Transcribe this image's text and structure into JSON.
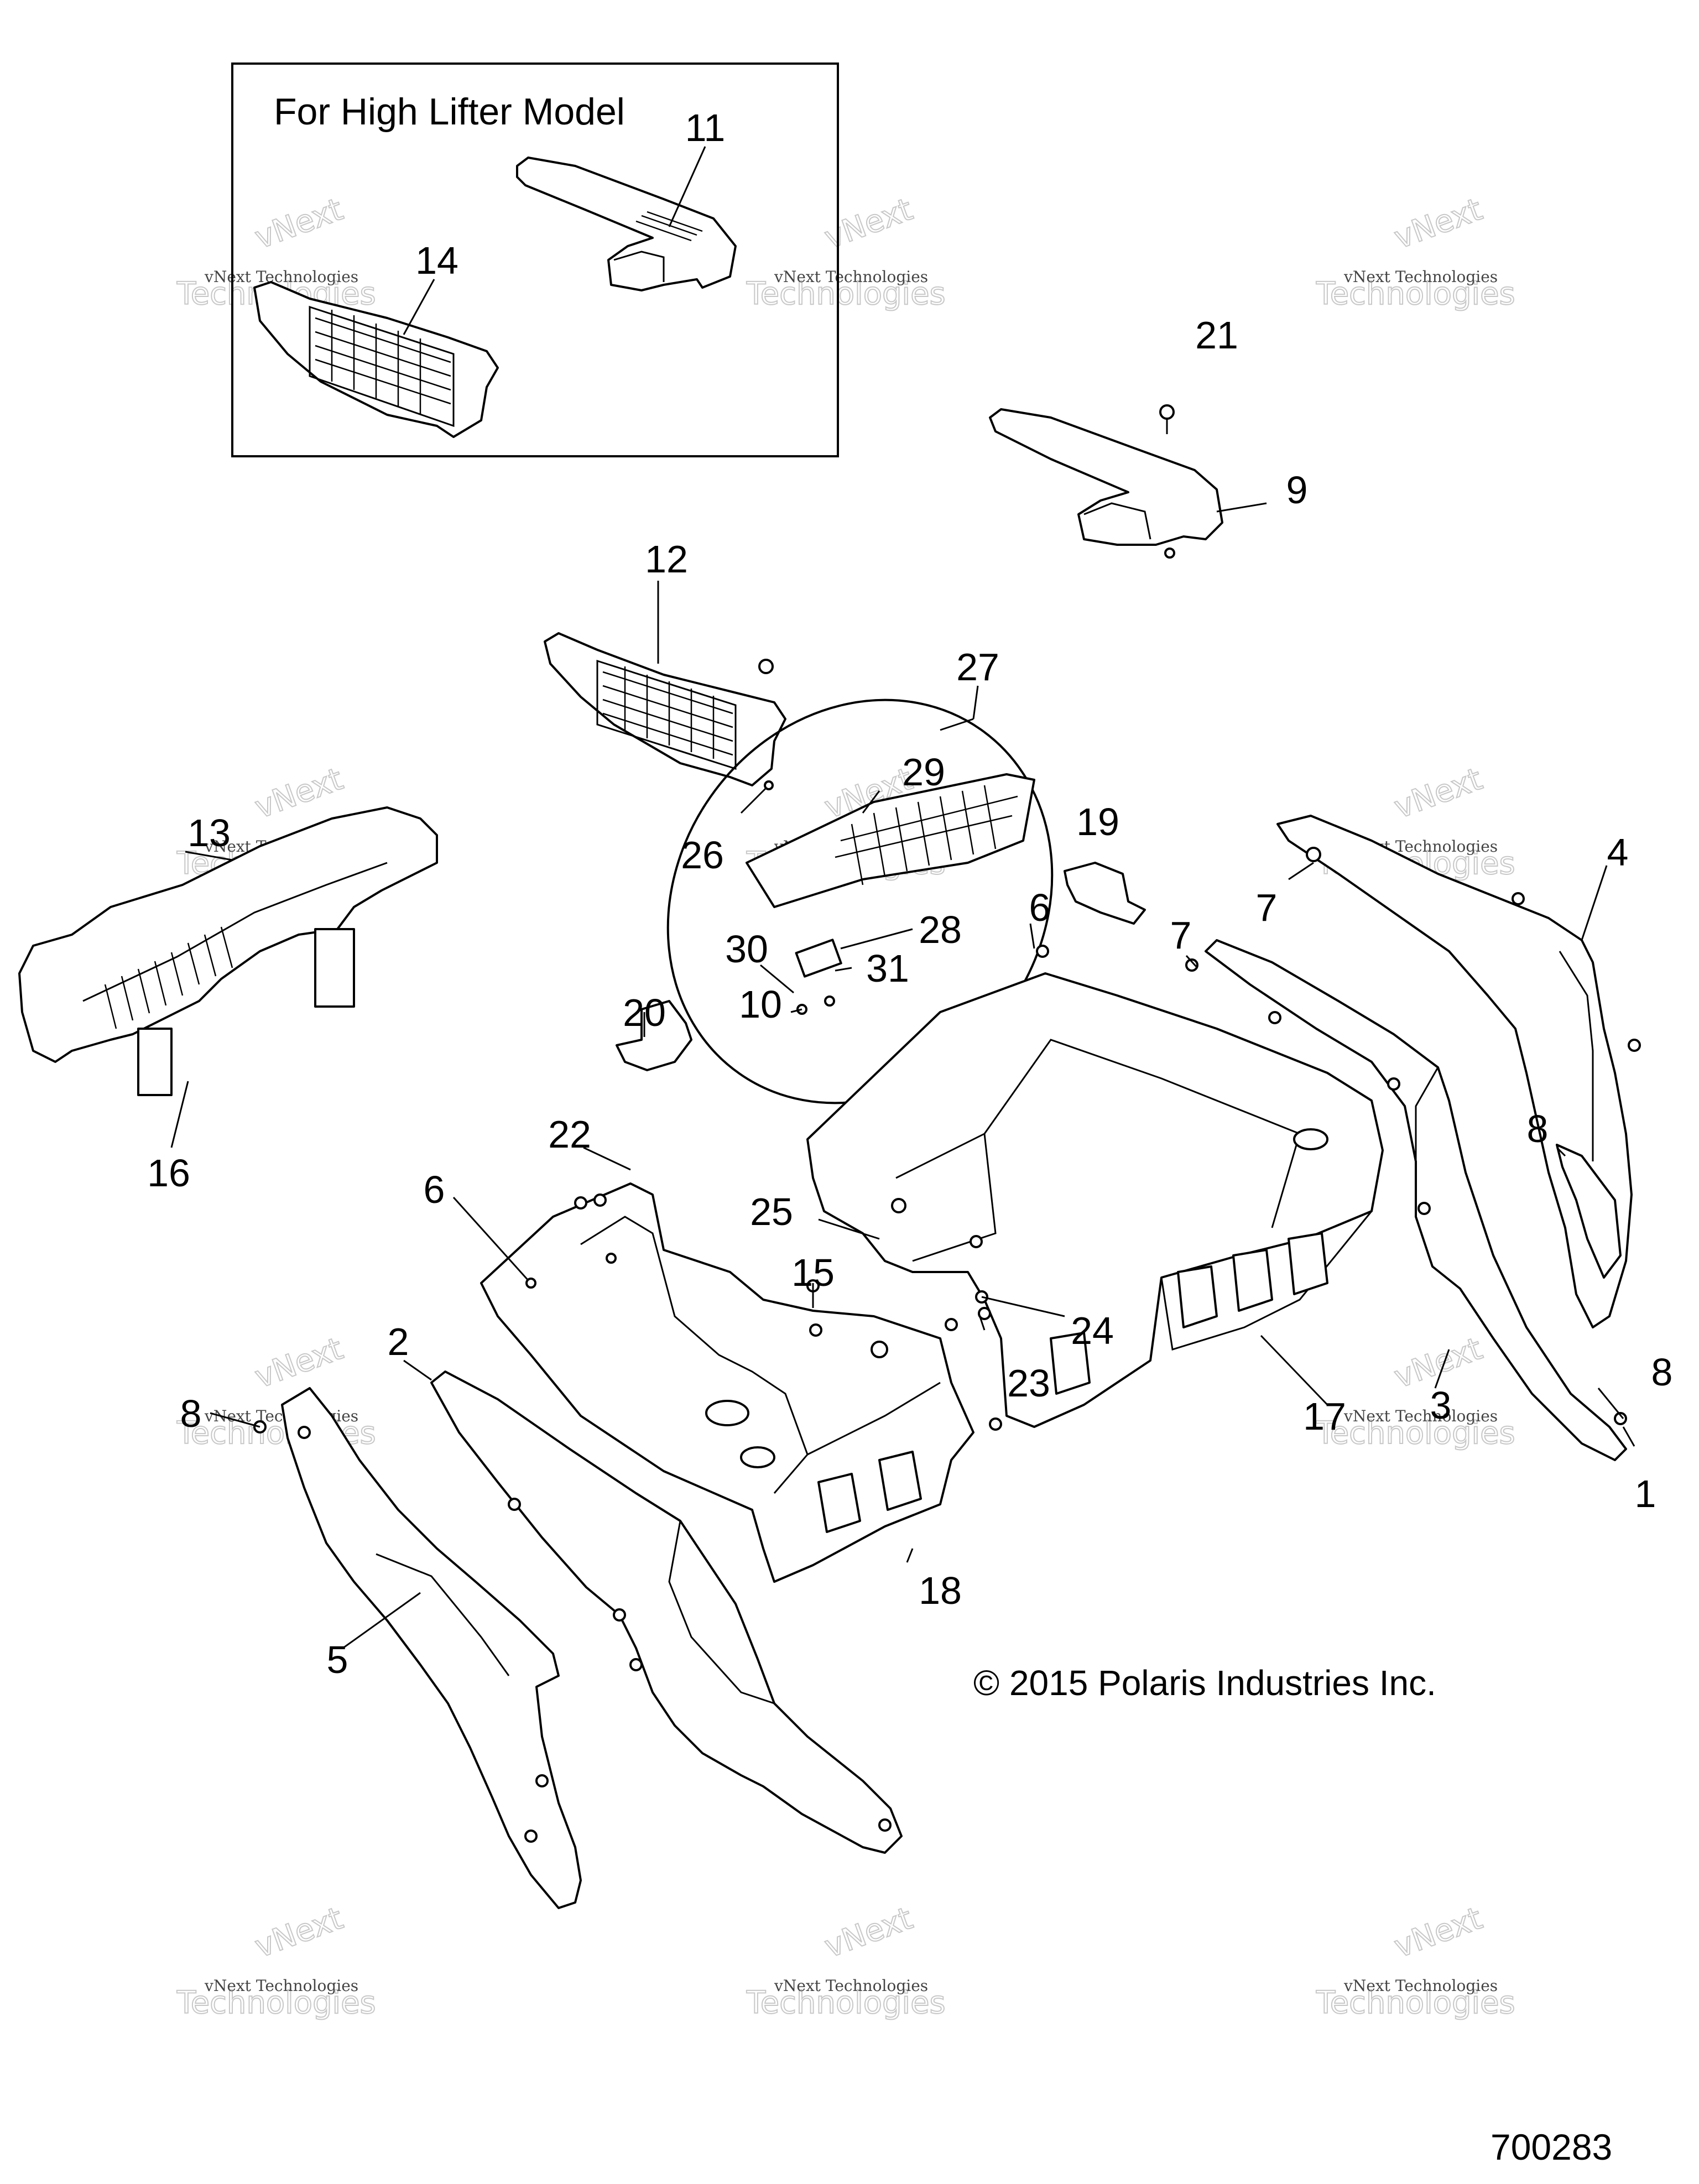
{
  "inset": {
    "title": "For High Lifter Model"
  },
  "callouts": {
    "c1": "1",
    "c2": "2",
    "c3": "3",
    "c4": "4",
    "c5": "5",
    "c6a": "6",
    "c6b": "6",
    "c7a": "7",
    "c7b": "7",
    "c8a": "8",
    "c8b": "8",
    "c8c": "8",
    "c9": "9",
    "c10": "10",
    "c11": "11",
    "c12": "12",
    "c13": "13",
    "c14": "14",
    "c15": "15",
    "c16": "16",
    "c17": "17",
    "c18": "18",
    "c19": "19",
    "c20": "20",
    "c21": "21",
    "c22": "22",
    "c23": "23",
    "c24": "24",
    "c25": "25",
    "c26": "26",
    "c27": "27",
    "c28": "28",
    "c29": "29",
    "c30": "30",
    "c31": "31"
  },
  "copyright": "© 2015 Polaris Industries Inc.",
  "document_number": "700283",
  "watermark": {
    "line1": "vNext Technologies",
    "line2": "vNext",
    "line3": "Technologies"
  }
}
